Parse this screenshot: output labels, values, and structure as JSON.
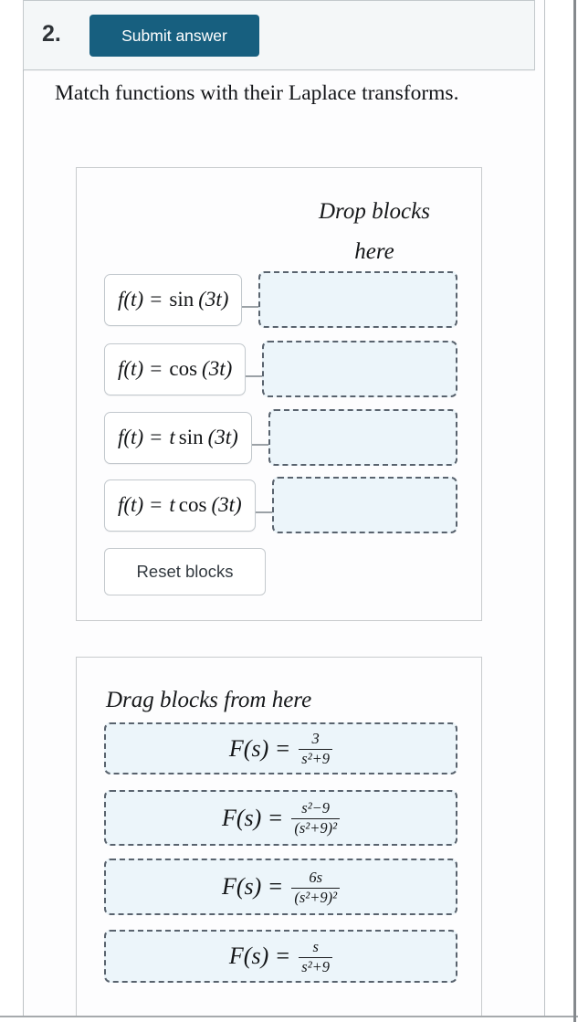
{
  "header": {
    "question_number": "2.",
    "submit_label": "Submit answer"
  },
  "question": {
    "text": "Match functions with their Laplace transforms."
  },
  "matching": {
    "drop_header_line1": "Drop blocks",
    "drop_header_line2": "here",
    "rows": [
      {
        "pre": "f(t) =",
        "coef": "",
        "fn": "sin",
        "arg": "(3t)"
      },
      {
        "pre": "f(t) =",
        "coef": "",
        "fn": "cos",
        "arg": "(3t)"
      },
      {
        "pre": "f(t) =",
        "coef": "t",
        "fn": "sin",
        "arg": "(3t)"
      },
      {
        "pre": "f(t) =",
        "coef": "t",
        "fn": "cos",
        "arg": "(3t)"
      }
    ],
    "reset_label": "Reset blocks"
  },
  "drag": {
    "header": "Drag blocks from here",
    "blocks": [
      {
        "lhs": "F(s) =",
        "numerator": "3",
        "denominator": "s²+9"
      },
      {
        "lhs": "F(s) =",
        "numerator": "s²−9",
        "denominator": "(s²+9)²"
      },
      {
        "lhs": "F(s) =",
        "numerator": "6s",
        "denominator": "(s²+9)²"
      },
      {
        "lhs": "F(s) =",
        "numerator": "s",
        "denominator": "s²+9"
      }
    ]
  },
  "colors": {
    "submit_button_bg": "#175f7f",
    "submit_button_text": "#ffffff",
    "drop_zone_bg": "#ecf5fa",
    "dashed_border": "#59636e",
    "panel_border": "#c8cbcd",
    "header_bg": "#f4f7f8",
    "frame_border": "#85898d",
    "text": "#141619"
  }
}
